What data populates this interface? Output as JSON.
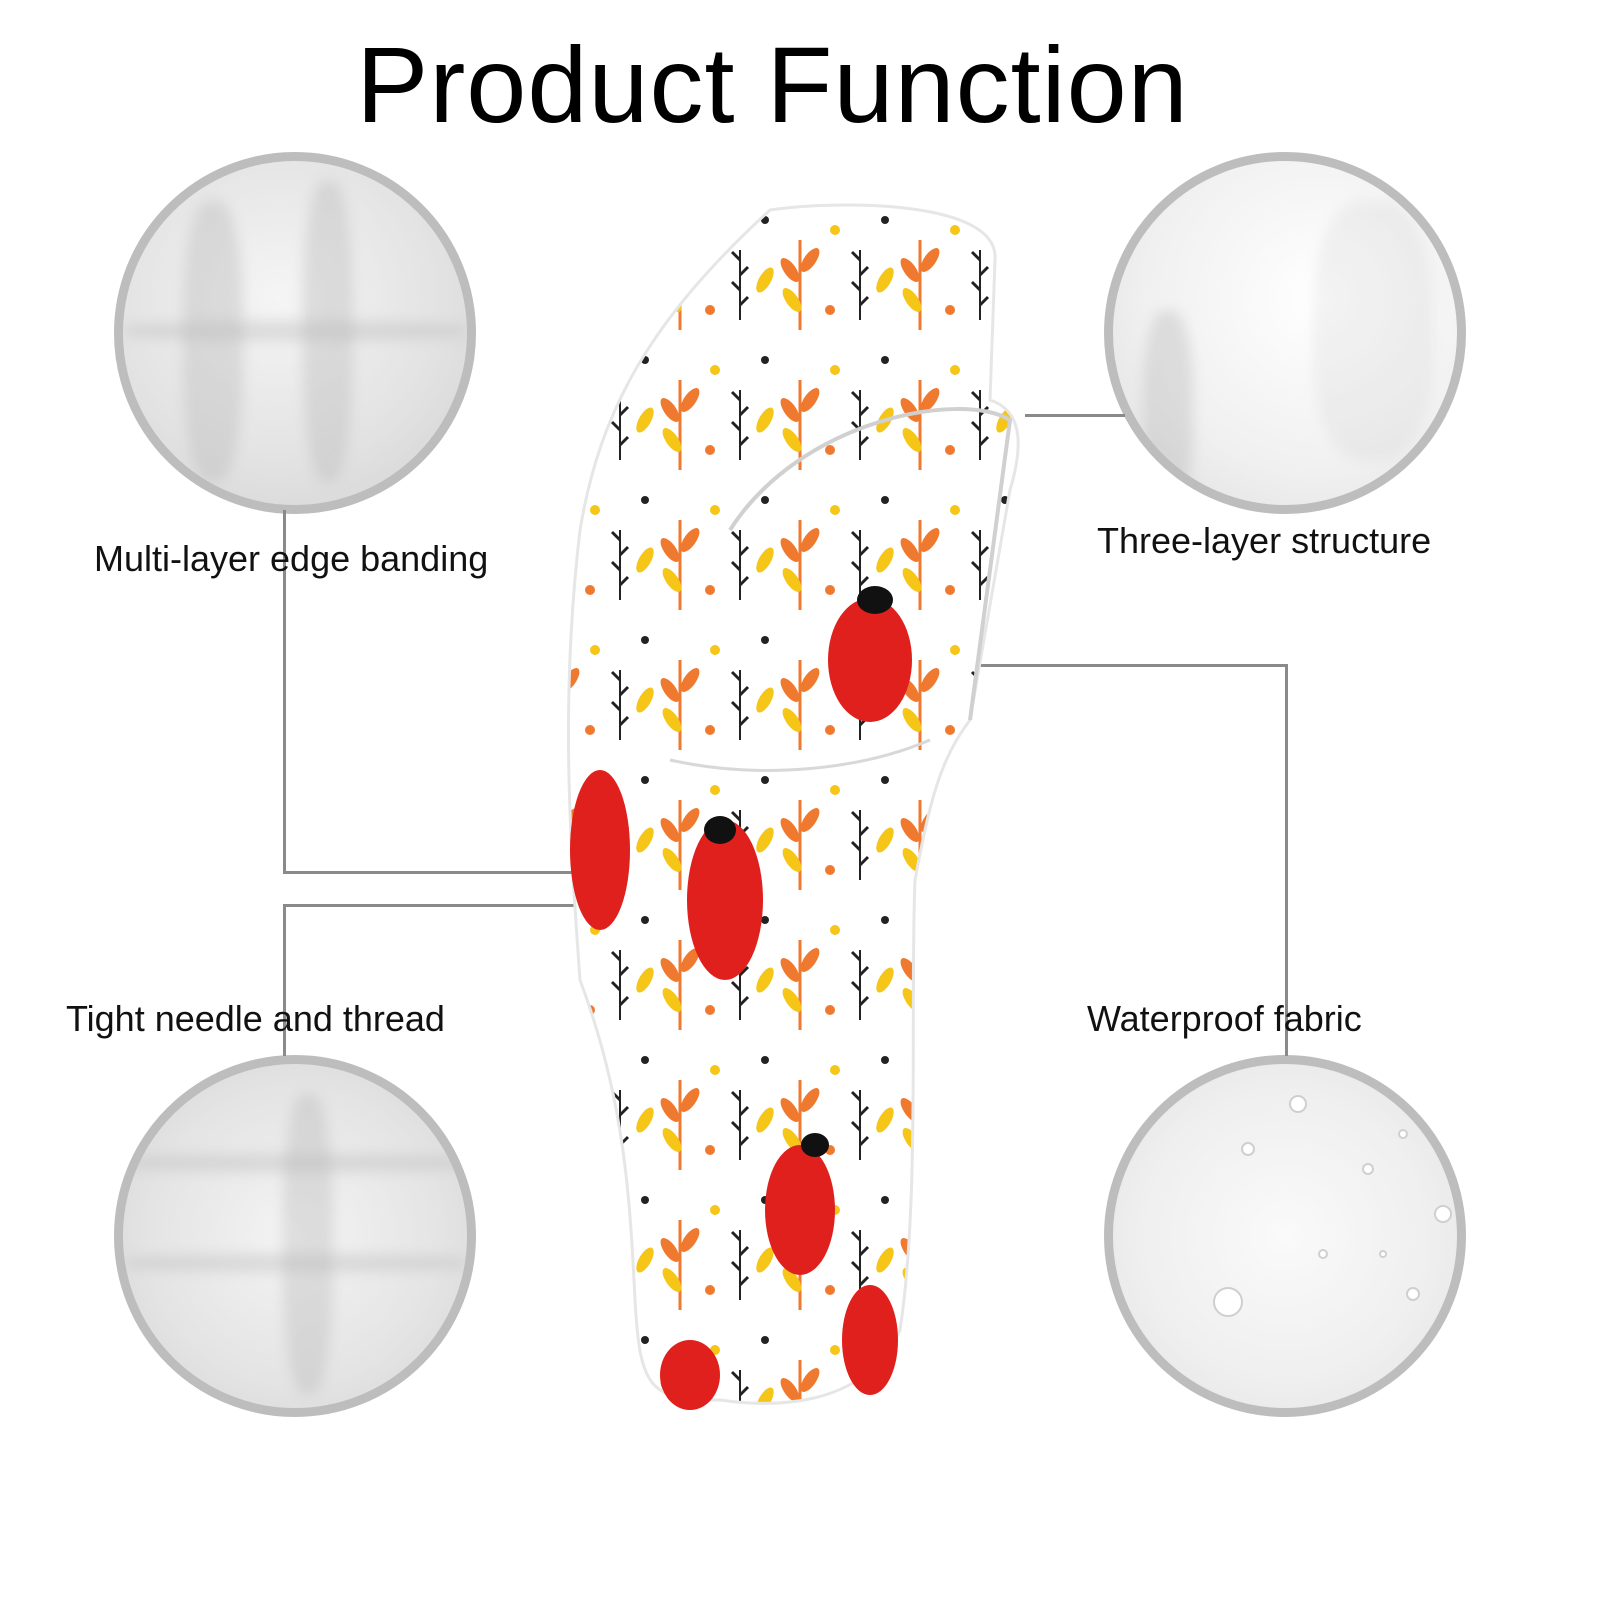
{
  "title": "Product Function",
  "features": [
    {
      "label": "Multi-layer edge banding",
      "icon": "edge-banding-closeup"
    },
    {
      "label": "Three-layer structure",
      "icon": "layer-structure-closeup"
    },
    {
      "label": "Tight needle and thread",
      "icon": "stitching-closeup"
    },
    {
      "label": "Waterproof fabric",
      "icon": "water-droplets-closeup"
    }
  ],
  "colors": {
    "ladybug": "#e0201c",
    "leaf_orange": "#ef7a2f",
    "leaf_yellow": "#f5c518",
    "border": "#bdbdbd",
    "line": "#8a8a8a"
  }
}
